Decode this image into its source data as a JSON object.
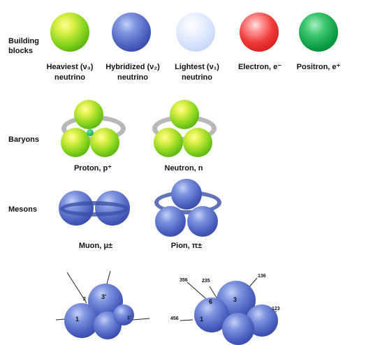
{
  "rows": {
    "building_blocks": "Building\nblocks",
    "baryons": "Baryons",
    "mesons": "Mesons"
  },
  "building_blocks": {
    "heaviest": [
      "Heaviest (ν₃)",
      "neutrino"
    ],
    "hybridized": [
      "Hybridized (ν₂)",
      "neutrino"
    ],
    "lightest": [
      "Lightest (ν₁)",
      "neutrino"
    ],
    "electron": "Electron, e⁻",
    "positron": "Positron, e⁺"
  },
  "baryons": {
    "proton": "Proton, p⁺",
    "neutron": "Neutron, n"
  },
  "mesons": {
    "muon": "Muon, μ±",
    "pion": "Pion, π±"
  },
  "bottom_labels": {
    "left": [
      "2",
      "3'",
      "1",
      "1'"
    ],
    "right": [
      "356",
      "235",
      "136",
      "3",
      "6",
      "123",
      "456",
      "1"
    ]
  },
  "colors": {
    "heaviest_neutrino": "#7ed321",
    "hybridized_neutrino": "#4b5fbf",
    "lightest_neutrino": "#c9d8fa",
    "electron": "#f03a3a",
    "positron": "#0c9b43"
  }
}
